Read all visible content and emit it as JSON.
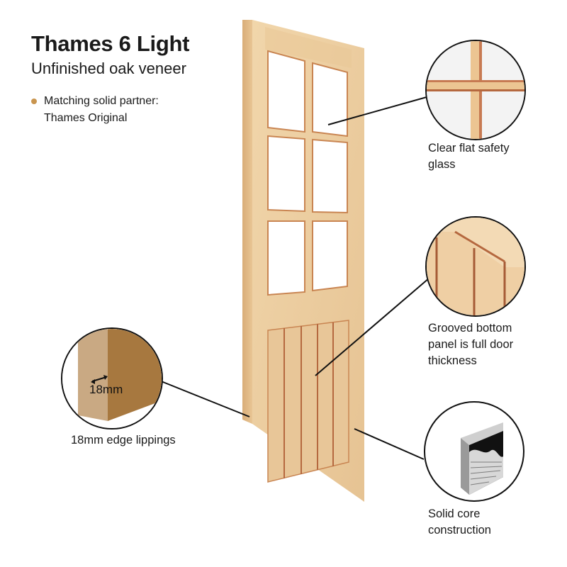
{
  "header": {
    "title": "Thames 6 Light",
    "subtitle": "Unfinished oak veneer"
  },
  "bullet": {
    "dot_color": "#c9954f",
    "line1": "Matching solid partner:",
    "line2": "Thames Original"
  },
  "callouts": [
    {
      "id": "glass",
      "icon": "glazing-bar-detail-icon",
      "line1": "Clear flat safety",
      "line2": "glass"
    },
    {
      "id": "grooved",
      "icon": "grooved-panel-detail-icon",
      "line1": "Grooved bottom",
      "line2": "panel is full door",
      "line3": "thickness"
    },
    {
      "id": "core",
      "icon": "solid-core-block-icon",
      "line1": "Solid core",
      "line2": "construction"
    },
    {
      "id": "lipping",
      "icon": "edge-lipping-detail-icon",
      "dimension_label": "18mm",
      "line1": "18mm edge lippings"
    }
  ],
  "colors": {
    "oak_light": "#efd2a6",
    "oak_mid": "#e3bd8a",
    "oak_dark": "#c98f5e",
    "groove": "#b5683f",
    "glass": "#ffffff",
    "outline": "#111111"
  }
}
